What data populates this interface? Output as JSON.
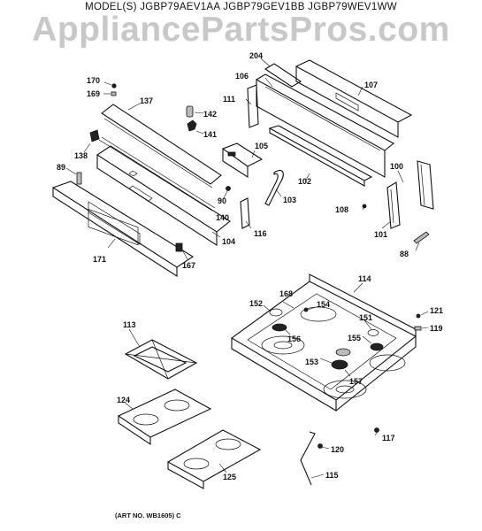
{
  "header": {
    "models": "MODEL(S) JGBP79AEV1AA  JGBP79GEV1BB  JGBP79WEV1WW",
    "watermark": "AppliancePartsPros.com"
  },
  "footer": {
    "art_number": "(ART NO. WB1605) C"
  },
  "callouts": {
    "c170": "170",
    "c169": "169",
    "c137": "137",
    "c142": "142",
    "c141": "141",
    "c138": "138",
    "c89": "89",
    "c140": "140",
    "c90": "90",
    "c104": "104",
    "c167": "167",
    "c171": "171",
    "c204": "204",
    "c106": "106",
    "c107": "107",
    "c111": "111",
    "c105": "105",
    "c102": "102",
    "c103": "103",
    "c116": "116",
    "c100": "100",
    "c108": "108",
    "c101": "101",
    "c88": "88",
    "c114": "114",
    "c168": "168",
    "c152": "152",
    "c154": "154",
    "c151": "151",
    "c121": "121",
    "c119": "119",
    "c156": "156",
    "c155": "155",
    "c153": "153",
    "c157": "157",
    "c113": "113",
    "c124": "124",
    "c125": "125",
    "c117": "117",
    "c120": "120",
    "c115": "115"
  }
}
